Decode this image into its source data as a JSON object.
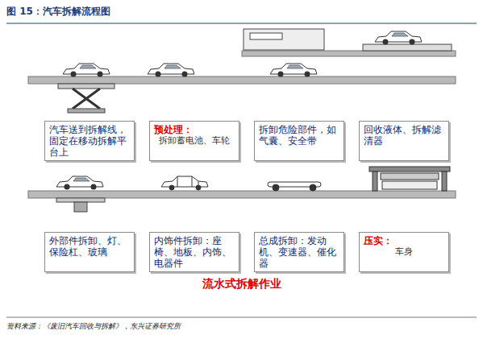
{
  "diagram": {
    "title": "图 15：汽车拆解流程图",
    "caption": "资料来源：《废旧汽车回收与拆解》，东兴证券研究所",
    "nodes": [
      {
        "text": [
          "汽车送到拆解线，固定在移动拆解平台上"
        ]
      },
      {
        "text": [
          "预处理：",
          "拆卸蓄电池、车轮"
        ]
      },
      {
        "text": [
          "拆卸危险部件，如气囊、安全带"
        ]
      },
      {
        "text": [
          "回收液体、拆解滤清器"
        ]
      },
      {
        "text": [
          "外部件拆卸、灯、保险杠、玻璃"
        ]
      },
      {
        "text": [
          "内饰件拆卸：座椅、地板、内饰、电器件"
        ]
      },
      {
        "text": [
          "总成拆卸：发动机、变速器、催化器"
        ]
      },
      {
        "text": [
          "压实：",
          "车身"
        ]
      }
    ],
    "labels": [
      "流水式拆解作业"
    ]
  }
}
